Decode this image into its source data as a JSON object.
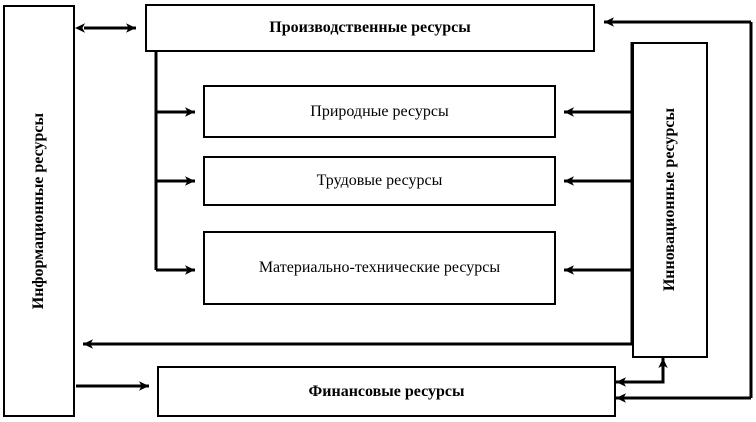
{
  "diagram": {
    "title": "Производственные ресурсы",
    "nodes": [
      {
        "id": "production",
        "label": "Производственные ресурсы",
        "orientation": "horizontal",
        "emphasis": "bold"
      },
      {
        "id": "information",
        "label": "Информационные ресурсы",
        "orientation": "vertical",
        "emphasis": "bold"
      },
      {
        "id": "innovation",
        "label": "Инновационные ресурсы",
        "orientation": "vertical",
        "emphasis": "bold"
      },
      {
        "id": "natural",
        "label": "Природные ресурсы",
        "orientation": "horizontal",
        "emphasis": "regular"
      },
      {
        "id": "labor",
        "label": "Трудовые ресурсы",
        "orientation": "horizontal",
        "emphasis": "regular"
      },
      {
        "id": "material",
        "label": "Материально-технические ресурсы",
        "orientation": "horizontal",
        "emphasis": "regular"
      },
      {
        "id": "financial",
        "label": "Финансовые ресурсы",
        "orientation": "horizontal",
        "emphasis": "bold"
      }
    ],
    "edges": [
      {
        "id": "information-production",
        "from": "information",
        "to": "production",
        "type": "bidirectional"
      },
      {
        "id": "innovation-production",
        "from": "innovation",
        "to": "production",
        "type": "directed"
      },
      {
        "id": "production-natural",
        "from": "production",
        "to": "natural",
        "type": "directed"
      },
      {
        "id": "production-labor",
        "from": "production",
        "to": "labor",
        "type": "directed"
      },
      {
        "id": "production-material",
        "from": "production",
        "to": "material",
        "type": "directed"
      },
      {
        "id": "innovation-natural",
        "from": "innovation",
        "to": "natural",
        "type": "directed"
      },
      {
        "id": "innovation-labor",
        "from": "innovation",
        "to": "labor",
        "type": "directed"
      },
      {
        "id": "innovation-material",
        "from": "innovation",
        "to": "material",
        "type": "directed"
      },
      {
        "id": "innovation-information",
        "from": "innovation",
        "to": "information",
        "type": "directed"
      },
      {
        "id": "information-financial",
        "from": "information",
        "to": "financial",
        "type": "directed"
      },
      {
        "id": "financial-innovation",
        "from": "financial",
        "to": "innovation",
        "type": "directed"
      },
      {
        "id": "innovation-financial-inner",
        "from": "innovation",
        "to": "financial",
        "type": "directed"
      },
      {
        "id": "innovation-financial-outer",
        "from": "innovation",
        "to": "financial",
        "type": "directed"
      }
    ],
    "style": {
      "line_color": "#000000",
      "box_fill": "#ffffff",
      "background": "#ffffff"
    }
  }
}
